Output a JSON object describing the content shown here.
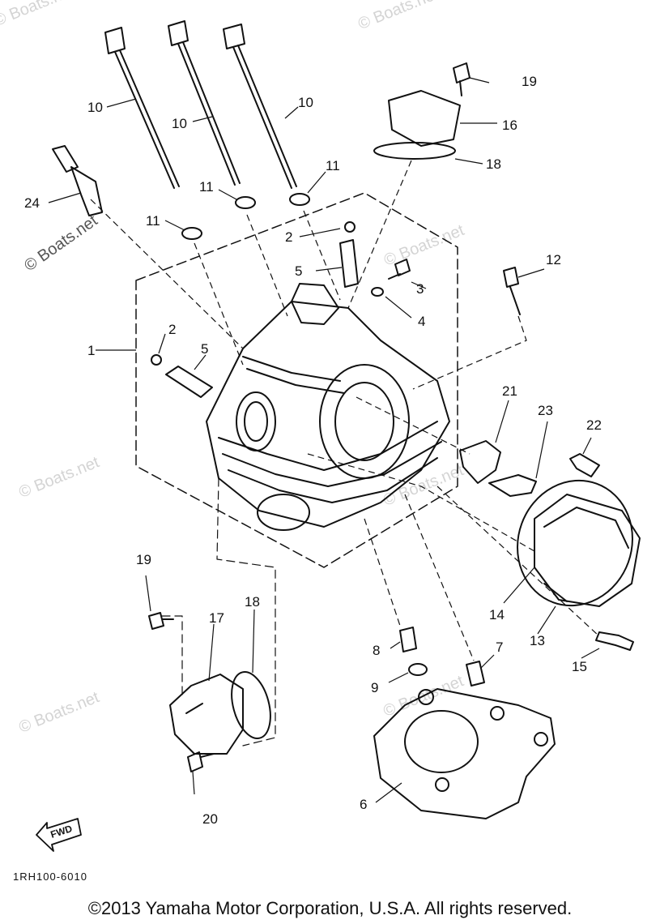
{
  "watermark": "© Boats.net",
  "figure_code": "1RH100-6010",
  "fwd_label": "FWD",
  "copyright": "©2013 Yamaha Motor Corporation, U.S.A. All rights reserved.",
  "callouts": [
    "1",
    "2",
    "2",
    "3",
    "4",
    "5",
    "5",
    "6",
    "7",
    "8",
    "9",
    "10",
    "10",
    "10",
    "11",
    "11",
    "11",
    "12",
    "13",
    "14",
    "15",
    "16",
    "17",
    "18",
    "18",
    "19",
    "19",
    "20",
    "21",
    "22",
    "23",
    "24"
  ]
}
